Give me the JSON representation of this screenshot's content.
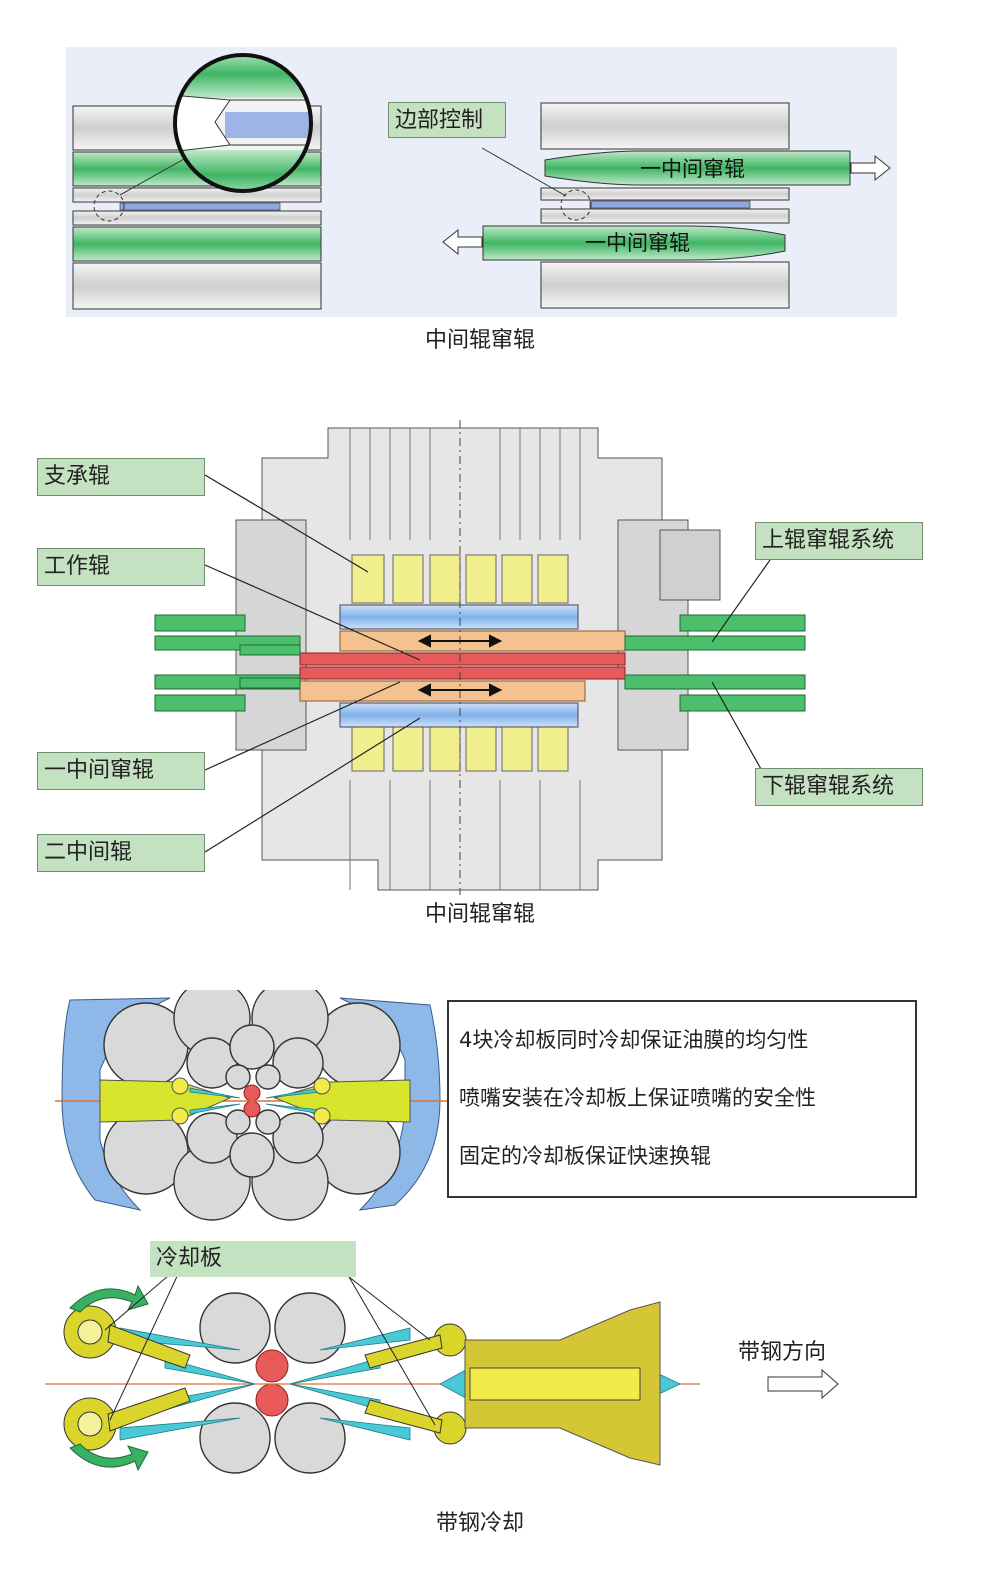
{
  "figure1": {
    "label_edge": "边部控制",
    "roll_upper": "一中间窜辊",
    "roll_lower": "一中间窜辊",
    "caption": "中间辊窜辊"
  },
  "figure2": {
    "labels": {
      "backup_roll": "支承辊",
      "work_roll": "工作辊",
      "first_intermediate": "一中间窜辊",
      "second_intermediate": "二中间辊",
      "upper_shift": "上辊窜辊系统",
      "lower_shift": "下辊窜辊系统"
    },
    "caption": "中间辊窜辊"
  },
  "figure3": {
    "info_lines": [
      "4块冷却板同时冷却保证油膜的均匀性",
      "喷嘴安装在冷却板上保证喷嘴的安全性",
      "固定的冷却板保证快速换辊"
    ]
  },
  "figure4": {
    "label_plate": "冷却板",
    "label_direction": "带钢方向",
    "caption": "带钢冷却"
  },
  "colors": {
    "label_bg": "#c4e2c1",
    "roll_green": "#4bbf6b",
    "roll_grey": "#d9d9d9",
    "roll_blue": "#8db8e8",
    "work_red": "#e85a5a",
    "yellow": "#f1ee8e",
    "cyan": "#49c9d6"
  }
}
